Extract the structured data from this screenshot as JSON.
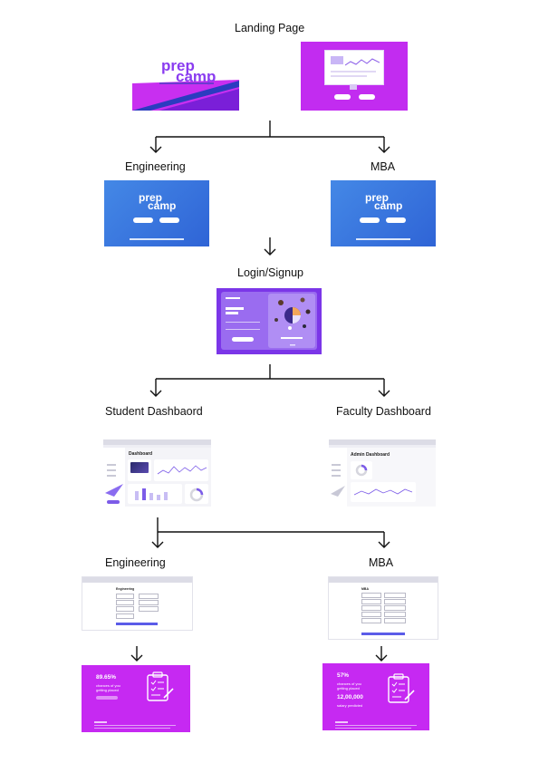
{
  "labels": {
    "landing": "Landing Page",
    "engineering_top": "Engineering",
    "mba_top": "MBA",
    "login": "Login/Signup",
    "student": "Student Dashbaord",
    "faculty": "Faculty Dashboard",
    "engineering_bottom": "Engineering",
    "mba_bottom": "MBA"
  },
  "landing_logo": {
    "line1": "prep",
    "line2": "camp"
  },
  "entry_logo": {
    "line1": "prep",
    "line2": "camp"
  },
  "dashboards": {
    "student_title": "Dashboard",
    "admin_title": "Admin Dashboard"
  },
  "forms": {
    "engineering_title": "Engineering",
    "mba_title": "MBA"
  },
  "results": {
    "engineering": {
      "percent": "89.65%",
      "line1": "chances of you",
      "line2": "getting placed"
    },
    "mba": {
      "percent": "57%",
      "line1": "chances of you",
      "line2": "getting placed",
      "package": "12,00,000",
      "package_label": "salary predicted"
    }
  },
  "colors": {
    "purple": "#b41fe6",
    "magenta": "#c629f2",
    "blue": "#3d78e0",
    "violet": "#7b36e8",
    "accent": "#7c5ce8"
  }
}
